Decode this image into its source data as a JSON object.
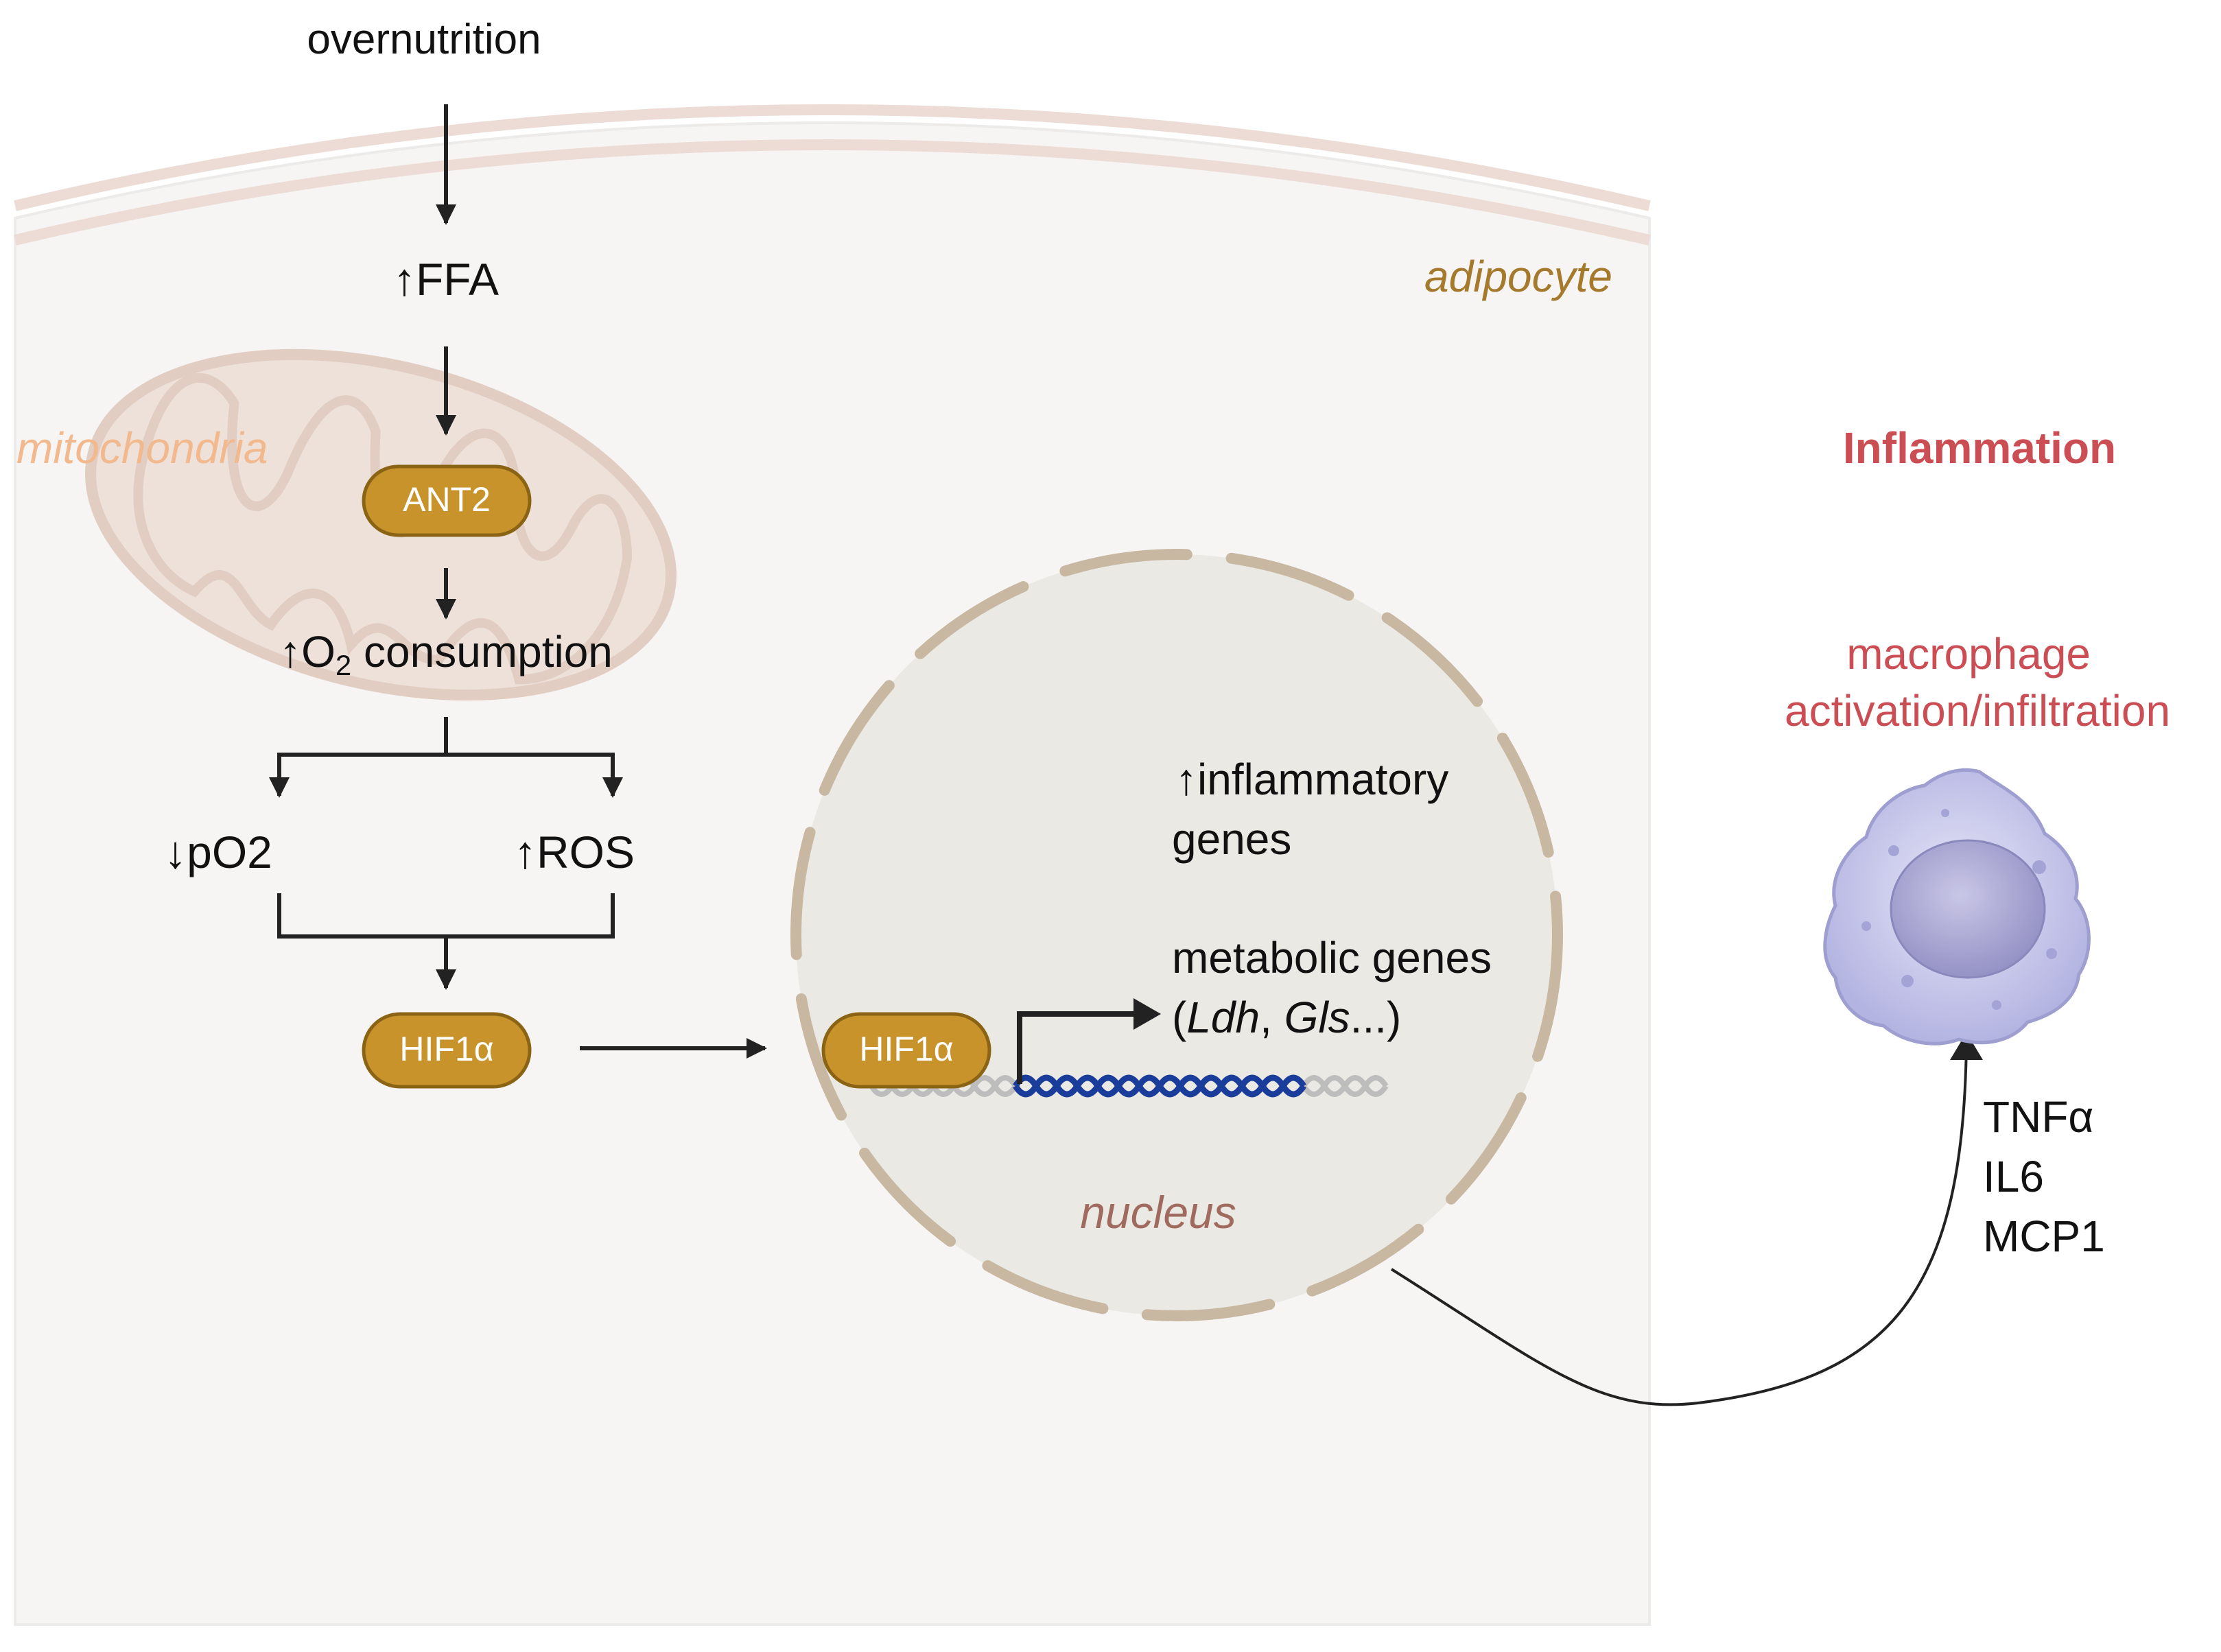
{
  "labels": {
    "overnutrition": "overnutrition",
    "ffa_arrow": "↑",
    "ffa": "FFA",
    "adipocyte": "adipocyte",
    "mitochondria": "mitochondria",
    "ant2": "ANT2",
    "o2_arrow": "↑",
    "o2_O": "O",
    "o2_sub": "2",
    "o2_rest": " consumption",
    "po2_arrow": "↓",
    "po2": "pO2",
    "ros_arrow": "↑",
    "ros": "ROS",
    "hif1a_cyto": "HIF1α",
    "hif1a_nuc": "HIF1α",
    "inflam_genes_arrow": "↑",
    "inflam_genes_line1": "inflammatory",
    "inflam_genes_line2": "genes",
    "metabolic_genes_line1": "metabolic genes",
    "metabolic_open": "(",
    "metabolic_ldh": "Ldh",
    "metabolic_sep": ", ",
    "metabolic_gls": "Gls",
    "metabolic_close": "...)",
    "nucleus": "nucleus",
    "inflammation": "Inflammation",
    "macrophage_line1": "macrophage",
    "macrophage_line2": "activation/infiltration",
    "cytokine_1": "TNFα",
    "cytokine_2": "IL6",
    "cytokine_3": "MCP1"
  },
  "colors": {
    "arrow": "#222222",
    "protein_fill": "#c9932c",
    "protein_stroke": "#8a6414",
    "adipocyte_label": "#a57a2d",
    "mitochondria_label": "#f2b98e",
    "inflammation_label": "#cc4e55",
    "nucleus_label": "#a06a5e",
    "dna_active": "#1a3c9a",
    "dna_inactive": "#bdbdbd",
    "macrophage": "#c6c6ec"
  }
}
